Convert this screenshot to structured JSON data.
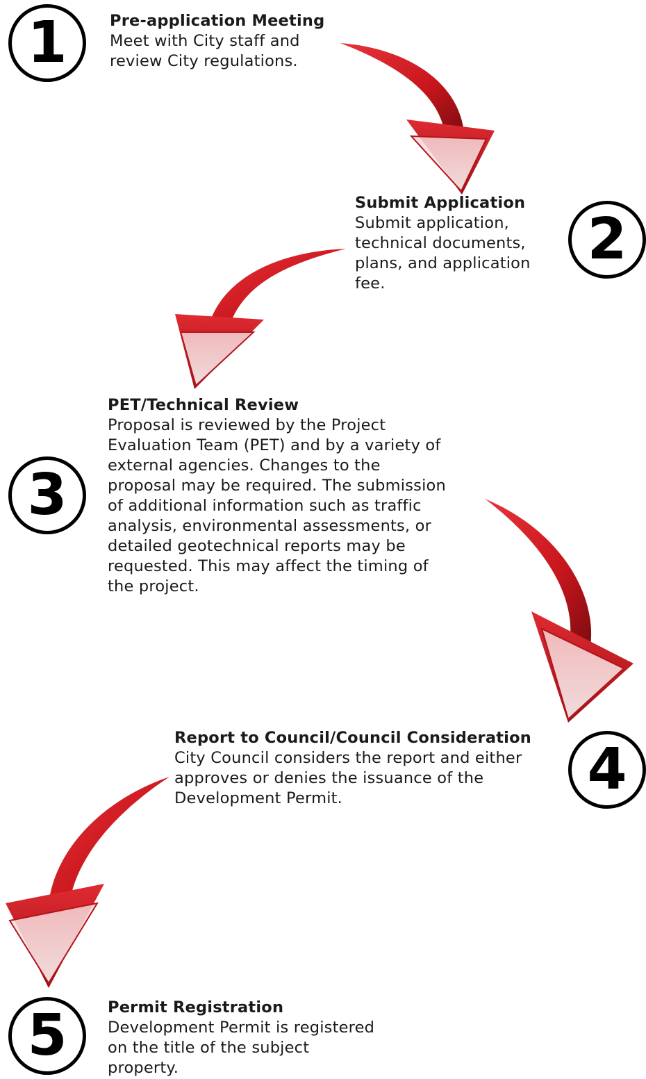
{
  "steps": [
    {
      "number": "1",
      "title": "Pre-application Meeting",
      "body": "Meet with City staff and\nreview City regulations."
    },
    {
      "number": "2",
      "title": "Submit Application",
      "body": "Submit application,\ntechnical documents,\nplans, and application\nfee."
    },
    {
      "number": "3",
      "title": "PET/Technical Review",
      "body": "Proposal is reviewed by the Project\nEvaluation Team (PET) and by a variety of\nexternal agencies.  Changes to the\nproposal may be required.  The submission\nof additional  information such as traffic\nanalysis, environmental assessments, or\ndetailed geotechnical reports may be\nrequested.  This may affect the timing of\nthe project."
    },
    {
      "number": "4",
      "title": "Report to Council/Council Consideration",
      "body": "City Council considers the report and either\napproves or denies the issuance of the\nDevelopment Permit."
    },
    {
      "number": "5",
      "title": "Permit Registration",
      "body": "Development Permit is registered\non the title of the subject\nproperty."
    }
  ],
  "colors": {
    "arrow": "#d21f26",
    "arrow_dark": "#8e0f14",
    "circle": "#000000"
  },
  "icons": [
    "curved-arrow-icon"
  ]
}
